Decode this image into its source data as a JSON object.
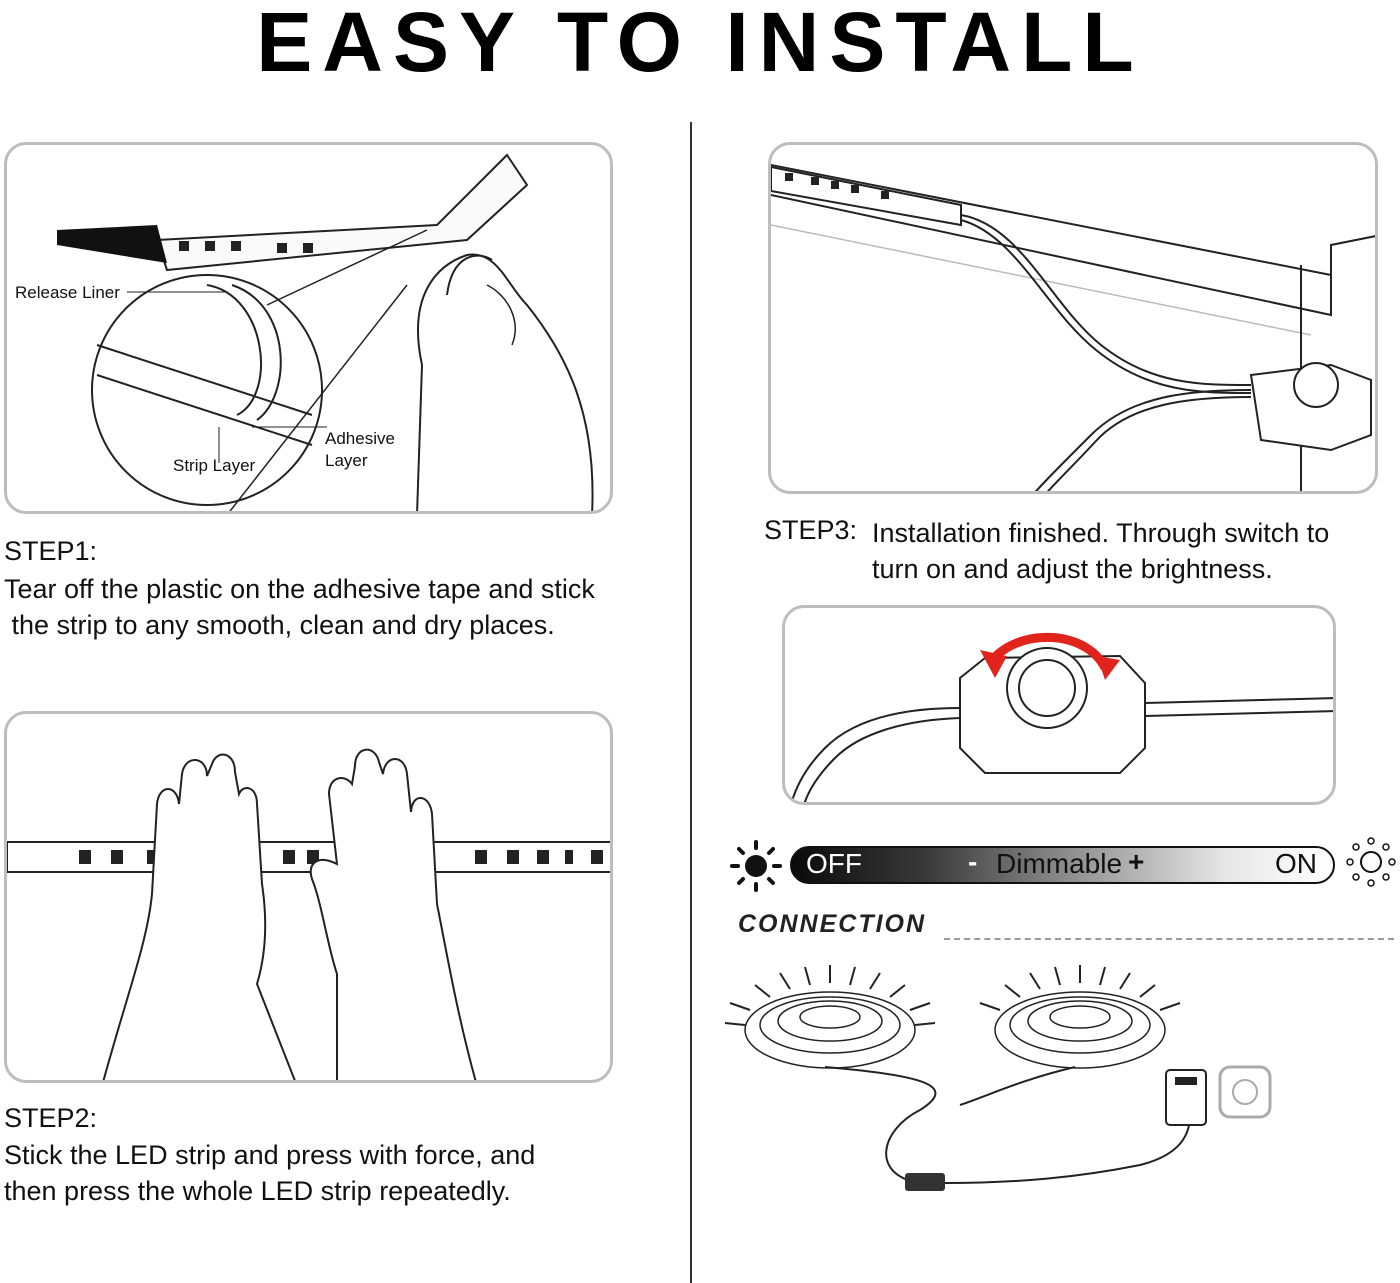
{
  "page": {
    "title": "EASY TO INSTALL"
  },
  "step1": {
    "title": "STEP1:",
    "line1": "Tear off the plastic on the adhesive tape and stick",
    "line2": " the strip to any smooth, clean and dry places.",
    "labels": {
      "release_liner": "Release Liner",
      "adhesive_layer_1": "Adhesive",
      "adhesive_layer_2": "Layer",
      "strip_layer": "Strip Layer"
    }
  },
  "step2": {
    "title": "STEP2:",
    "line1": "Stick the LED strip and press with force, and",
    "line2": "then press the whole LED strip repeatedly."
  },
  "step3": {
    "title": "STEP3:",
    "line1": "Installation finished. Through switch to",
    "line2": "turn on and adjust the brightness."
  },
  "dimmer_bar": {
    "off": "OFF",
    "minus": "-",
    "dimmable": "Dimmable",
    "plus": "+",
    "on": "ON"
  },
  "connection": {
    "heading": "CONNECTION"
  },
  "colors": {
    "arrow_red": "#e0241b",
    "panel_border": "#bdbdbd"
  }
}
